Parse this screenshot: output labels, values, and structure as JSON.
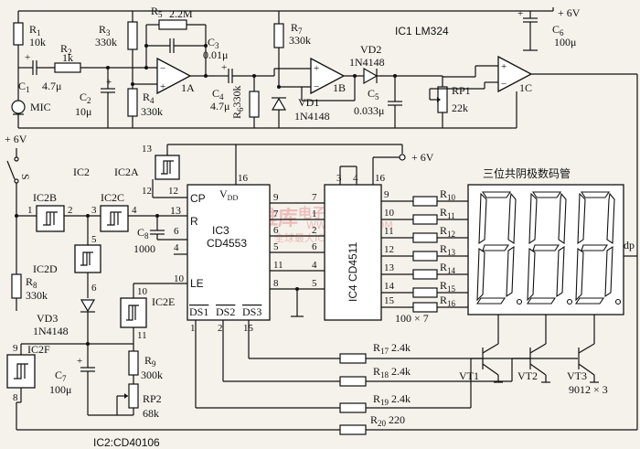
{
  "components": {
    "r1": [
      "R",
      "1",
      "10k"
    ],
    "r2": [
      "R",
      "2",
      "1k"
    ],
    "r3": [
      "R",
      "3",
      "330k"
    ],
    "r4": [
      "R",
      "4",
      "330k"
    ],
    "r5": [
      "R",
      "5",
      "2.2M"
    ],
    "r6": [
      "R",
      "6",
      "330k"
    ],
    "r7": [
      "R",
      "7",
      "330k"
    ],
    "rp1": [
      "RP1",
      "22k"
    ],
    "c1": [
      "C",
      "1",
      "4.7μ"
    ],
    "c2": [
      "C",
      "2",
      "10μ"
    ],
    "c3": [
      "C",
      "3",
      "0.01μ"
    ],
    "c4": [
      "C",
      "4",
      "4.7μ"
    ],
    "c5": [
      "C",
      "5",
      "0.033μ"
    ],
    "c6": [
      "C",
      "6",
      "100μ"
    ],
    "c7": [
      "C",
      "7",
      "100μ"
    ],
    "c8": [
      "C",
      "8",
      "1000"
    ],
    "r8": [
      "R",
      "8",
      "330k"
    ],
    "r9": [
      "R",
      "9",
      "300k"
    ],
    "rp2": [
      "RP2",
      "68k"
    ],
    "r17": [
      "R",
      "17",
      "2.4k"
    ],
    "r18": [
      "R",
      "18",
      "2.4k"
    ],
    "r19": [
      "R",
      "19",
      "2.4k"
    ],
    "r20": [
      "R",
      "20",
      "220"
    ]
  },
  "labels": {
    "mic": "MIC",
    "vd1": "VD1",
    "vd1_type": "1N4148",
    "vd2": "VD2",
    "vd2_type": "1N4148",
    "vd3": "VD3",
    "vd3_type": "1N4148",
    "op_1a": "1A",
    "op_1b": "1B",
    "op_1c": "1C",
    "ic1": "IC1 LM324",
    "supply_top": "+ 6V",
    "supply_left": "+ 6V",
    "supply_mid": "+ 6V",
    "switch": "S",
    "ic2": "IC2",
    "ic2a": "IC2A",
    "ic2b": "IC2B",
    "ic2c": "IC2C",
    "ic2d": "IC2D",
    "ic2e": "IC2E",
    "ic2f": "IC2F",
    "ic3_name": "IC3",
    "ic3_type": "CD4553",
    "ic3_cp": "CP",
    "ic3_r": "R",
    "ic3_le": "LE",
    "ic3_vdd": "V",
    "ic3_vdd_sub": "DD",
    "ic3_ds1": "DS1",
    "ic3_ds2": "DS2",
    "ic3_ds3": "DS3",
    "ic4": "IC4 CD4511",
    "display_title": "三位共阴极数码管",
    "dp": "dp",
    "r_array": "100 × 7",
    "vt1": "VT1",
    "vt2": "VT2",
    "vt3": "VT3",
    "vt_type": "9012 × 3",
    "ic2_type": "IC2:CD40106",
    "r_bank": [
      "R",
      "10",
      "R",
      "11",
      "R",
      "12",
      "R",
      "13",
      "R",
      "14",
      "R",
      "15",
      "R",
      "16"
    ]
  },
  "pins": {
    "p13": "13",
    "p12a": "12",
    "p12b": "12",
    "p1": "1",
    "p2": "2",
    "p3": "3",
    "p4": "4",
    "p5": "5",
    "p6": "6",
    "p8a": "8",
    "p9a": "9",
    "p10a": "10",
    "p11a": "11",
    "p13b": "13",
    "p16a": "16",
    "p9b": "9",
    "p7a": "7",
    "p6b": "6",
    "p5b": "5",
    "p11b": "11",
    "p8b": "8",
    "p7b": "7",
    "p1b": "1",
    "p2b": "2",
    "p6c": "6",
    "p5c": "5",
    "p3b": "3",
    "p4b": "4",
    "p3c": "3",
    "p4c": "4",
    "p16b": "16",
    "p9c": "9",
    "p10b": "10",
    "p11c": "11",
    "p12c": "12",
    "p13c": "13",
    "p14": "14",
    "p15": "15",
    "p1c": "1",
    "p2c": "2",
    "p15b": "15",
    "p9d": "9",
    "p8c": "8",
    "p10c": "10",
    "p11d": "11"
  },
  "watermark": {
    "logo": "维库",
    "line1": "电子市场网",
    "url": "WWW.DZSC.COM",
    "line2": "全球最大IC采购网站"
  }
}
